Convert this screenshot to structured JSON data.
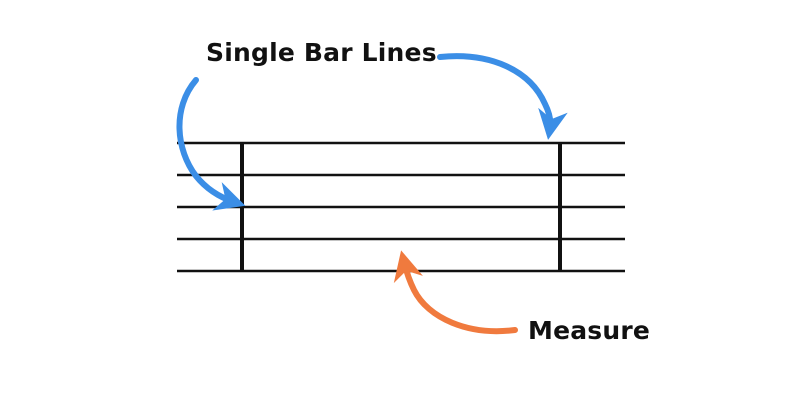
{
  "diagram": {
    "labels": {
      "bar_lines": "Single Bar Lines",
      "measure": "Measure"
    },
    "colors": {
      "staff": "#111111",
      "bar_line_arrow": "#3b8ee6",
      "measure_arrow": "#f07a3e",
      "label_text": "#111111",
      "background": "#ffffff"
    },
    "staff": {
      "line_count": 5,
      "bar_line_count": 2
    }
  }
}
